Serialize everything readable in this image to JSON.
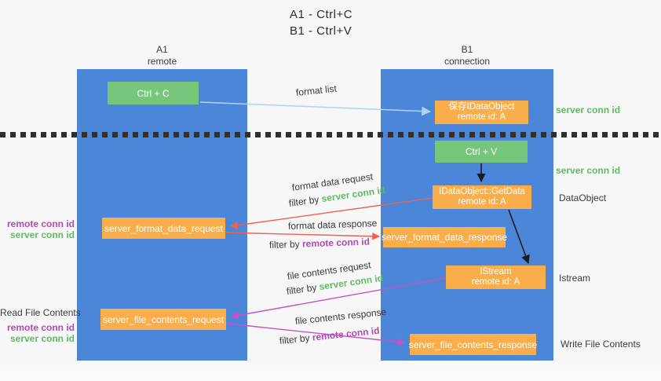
{
  "title": {
    "line1": "A1 - Ctrl+C",
    "line2": "B1 - Ctrl+V"
  },
  "lanes": {
    "left": {
      "title": "A1",
      "subtitle": "remote"
    },
    "right": {
      "title": "B1",
      "subtitle": "connection"
    }
  },
  "nodes": {
    "ctrl_c": {
      "label": "Ctrl + C"
    },
    "ctrl_v": {
      "label": "Ctrl + V"
    },
    "save_dataobject": {
      "line1": "保存IDataObject",
      "line2": "remote id: A"
    },
    "getdata": {
      "line1": "IDataObject::GetData",
      "line2": "remote id: A"
    },
    "istream": {
      "line1": "IStream",
      "line2": "remote id: A"
    },
    "format_request": {
      "label": "server_format_data_request"
    },
    "format_response": {
      "label": "server_format_data_response"
    },
    "file_request": {
      "label": "server_file_contents_request"
    },
    "file_response": {
      "label": "server_file_contents_response"
    }
  },
  "annotations": {
    "server_conn_id_top": "server conn id",
    "server_conn_id_mid": "server conn id",
    "dataobject": "DataObject",
    "istream": "Istream",
    "write_file_contents": "Write File Contents",
    "read_file_contents": "Read File Contents",
    "left_group1": {
      "remote": "remote conn id",
      "server": "server conn id"
    },
    "left_group2": {
      "remote": "remote conn id",
      "server": "server conn id"
    }
  },
  "arrow_labels": {
    "format_list": "format list",
    "format_data_request": "format data request",
    "filter_request_1": {
      "prefix": "filter by ",
      "key": "server conn id"
    },
    "format_data_response": "format data response",
    "filter_response_1": {
      "prefix": "filter by ",
      "key": "remote conn id"
    },
    "file_contents_request": "file contents request",
    "filter_request_2": {
      "prefix": "filter by ",
      "key": "server conn id"
    },
    "file_contents_response": "file contents response",
    "filter_response_2": {
      "prefix": "filter by ",
      "key": "remote conn id"
    }
  },
  "colors": {
    "lane_blue": "#4c86d8",
    "box_green": "#76c77b",
    "box_orange": "#f9ae4b",
    "arrow_red": "#ec6254",
    "arrow_magenta": "#c653c6",
    "arrow_lightblue": "#aad5f2",
    "arrow_black": "#1c1c1c",
    "text_green": "#5fbb63",
    "text_purple": "#b04ab4"
  }
}
